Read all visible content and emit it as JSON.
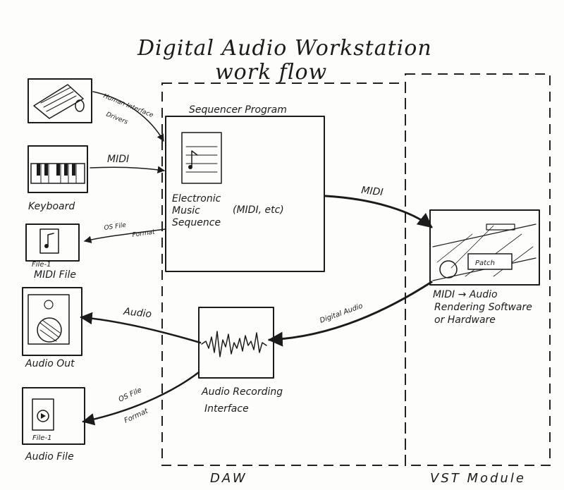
{
  "title": {
    "line1": "Digital Audio Workstation",
    "line2": "work flow"
  },
  "regions": {
    "daw": "DAW",
    "vst": "VST Module"
  },
  "nodes": {
    "sequencer_title": "Sequencer Program",
    "sequencer_content_1": "Electronic",
    "sequencer_content_2": "Music",
    "sequencer_content_3": "Sequence",
    "sequencer_note": "(MIDI, etc)",
    "keyboard": "Keyboard",
    "midi_file_icon": "File-1",
    "midi_file": "MIDI File",
    "audio_out": "Audio Out",
    "audio_file_icon": "File-1",
    "audio_file": "Audio File",
    "interface_1": "Audio Recording",
    "interface_2": "Interface",
    "vst_patch": "Patch",
    "vst_1": "MIDI → Audio",
    "vst_2": "Rendering Software",
    "vst_3": "or Hardware"
  },
  "edges": {
    "hid_1": "Human Interface",
    "hid_2": "Drivers",
    "kb_midi": "MIDI",
    "os_file_1": "OS File",
    "os_file_2": "Format",
    "seq_vst_midi": "MIDI",
    "digital_audio": "Digital Audio",
    "audio": "Audio",
    "os_file_b1": "OS File",
    "os_file_b2": "Format"
  },
  "icons": {
    "computer": "computer-keyboard-mouse-icon",
    "keyboard": "piano-keyboard-icon",
    "midi_file": "music-file-icon",
    "speaker": "speaker-icon",
    "audio_file": "audio-file-icon",
    "waveform": "waveform-icon",
    "sheet": "sheet-music-icon",
    "synth": "synthesizer-icon"
  }
}
